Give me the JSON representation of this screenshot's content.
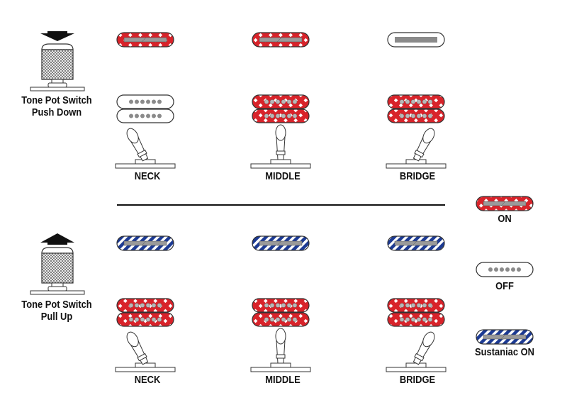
{
  "pot_sections": [
    {
      "label_line1": "Tone Pot Switch",
      "label_line2": "Push Down",
      "arrow": "down"
    },
    {
      "label_line1": "Tone Pot Switch",
      "label_line2": "Pull Up",
      "arrow": "up"
    }
  ],
  "positions": [
    {
      "label": "NECK"
    },
    {
      "label": "MIDDLE"
    },
    {
      "label": "BRIDGE"
    }
  ],
  "rows": [
    {
      "name": "push-down",
      "single_states": [
        "on",
        "on",
        "off"
      ],
      "humbucker_states": [
        "off",
        "on",
        "on"
      ],
      "switch_lever": [
        "neck",
        "middle",
        "bridge"
      ]
    },
    {
      "name": "pull-up",
      "single_states": [
        "sustaniac",
        "sustaniac",
        "sustaniac"
      ],
      "humbucker_states": [
        "on",
        "on",
        "on"
      ],
      "switch_lever": [
        "neck",
        "middle",
        "bridge"
      ]
    }
  ],
  "legend": [
    {
      "state": "on",
      "label": "ON"
    },
    {
      "state": "off",
      "label": "OFF"
    },
    {
      "state": "sustaniac",
      "label": "Sustaniac ON"
    }
  ],
  "colors": {
    "on_fill": "#d8232a",
    "sustaniac_fill": "#1c3a93",
    "outline": "#333333",
    "bar": "#9a9a9a",
    "text": "#111111"
  }
}
